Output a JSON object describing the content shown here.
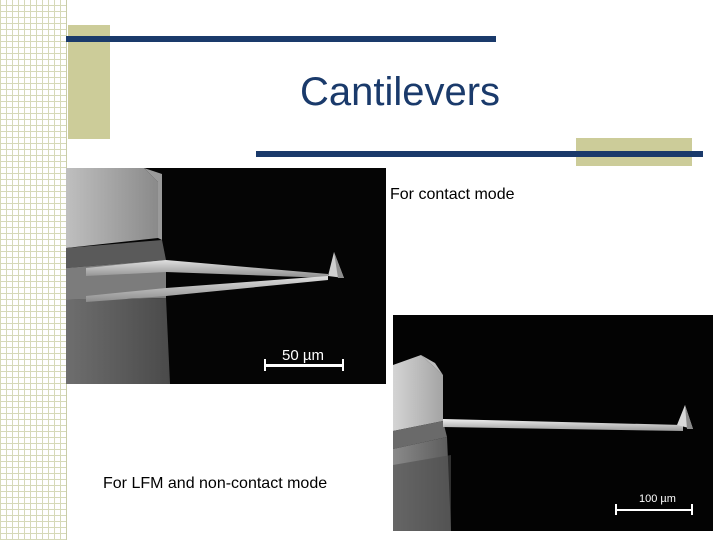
{
  "slide": {
    "title": "Cantilevers",
    "caption_contact": "For contact mode",
    "caption_lfm": "For LFM and non-contact mode",
    "scale_top": "50 µm",
    "scale_bottom": "100 µm"
  },
  "colors": {
    "accent": "#1a3a6b",
    "deco": "#cccc99",
    "grid": "#d6d9b8"
  }
}
